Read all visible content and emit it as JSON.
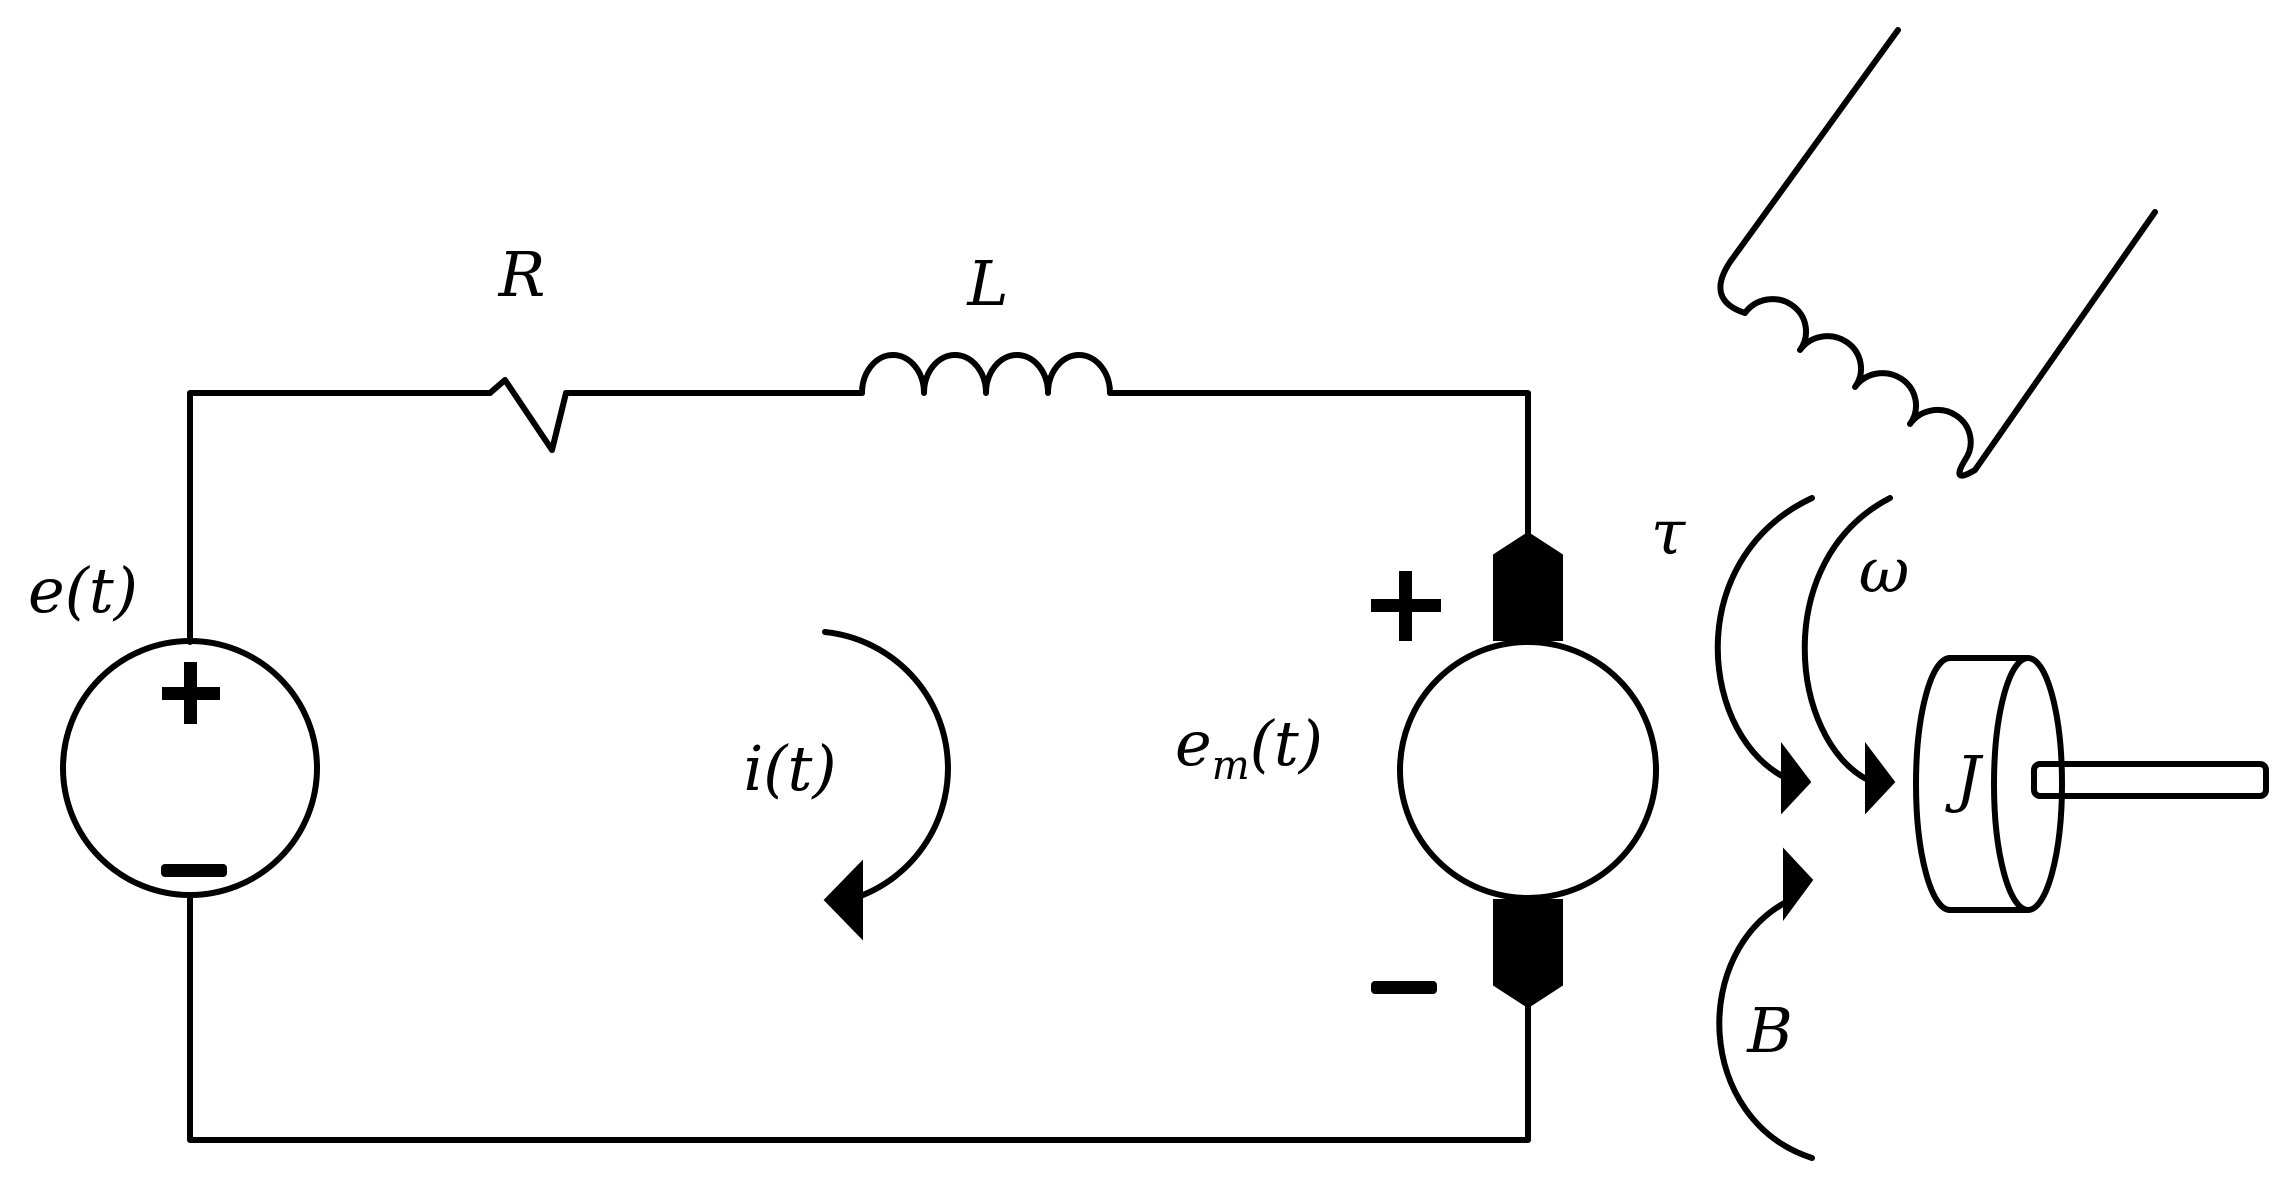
{
  "labels": {
    "resistor": "R",
    "inductor": "L",
    "source_voltage": "e(t)",
    "current": "i(t)",
    "back_emf_base": "e",
    "back_emf_sub": "m",
    "back_emf_tail": "(t)",
    "torque": "τ",
    "angular_velocity": "ω",
    "inertia": "J",
    "damping": "B"
  },
  "colors": {
    "stroke": "#000000",
    "background": "#ffffff"
  },
  "icons": {
    "source": "voltage-source-circle",
    "motor": "dc-motor-circle",
    "rotor": "inertia-disk-with-shaft"
  }
}
